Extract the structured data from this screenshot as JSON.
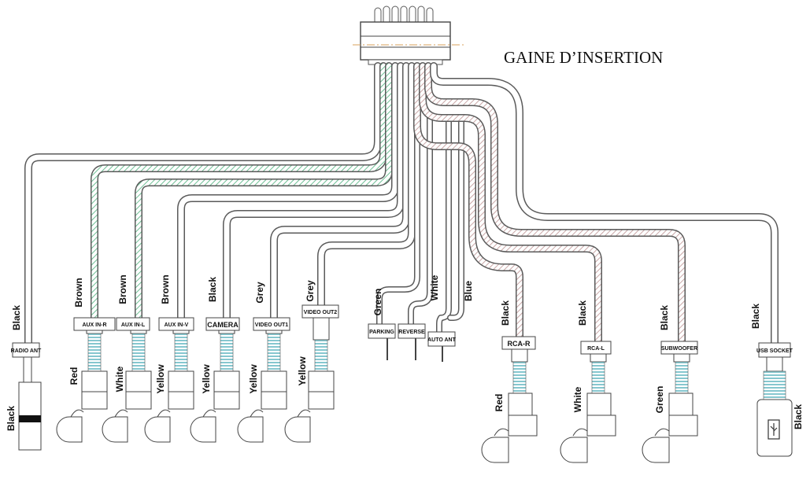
{
  "title": "GAINE D’INSERTION",
  "colors": {
    "wire": "#5a5a5a",
    "wire_fill": "#ffffff",
    "hatch_pink": "#c9a7a7",
    "hatch_green": "#6fbf95",
    "spring": "#86c7cf"
  },
  "connectors": [
    {
      "id": "radio-ant",
      "tag": "RADIO ANT",
      "wire_color": "Black",
      "plug_color": "Black"
    },
    {
      "id": "aux-in-r",
      "tag": "AUX IN-R",
      "wire_color": "Brown",
      "plug_color": "Red"
    },
    {
      "id": "aux-in-l",
      "tag": "AUX IN-L",
      "wire_color": "Brown",
      "plug_color": "White"
    },
    {
      "id": "aux-in-v",
      "tag": "AUX IN-V",
      "wire_color": "Brown",
      "plug_color": "Yellow"
    },
    {
      "id": "camera",
      "tag": "CAMERA",
      "wire_color": "Black",
      "plug_color": "Yellow"
    },
    {
      "id": "video-out1",
      "tag": "VIDEO OUT1",
      "wire_color": "Grey",
      "plug_color": "Yellow"
    },
    {
      "id": "video-out2",
      "tag": "VIDEO OUT2",
      "wire_color": "Grey",
      "plug_color": "Yellow"
    },
    {
      "id": "parking",
      "tag": "PARKING",
      "wire_color": "Green"
    },
    {
      "id": "reverse",
      "tag": "REVERSE",
      "wire_color": "White"
    },
    {
      "id": "auto-ant",
      "tag": "AUTO ANT",
      "wire_color": "Blue"
    },
    {
      "id": "rca-r",
      "tag": "RCA-R",
      "wire_color": "Black",
      "plug_color": "Red"
    },
    {
      "id": "rca-l",
      "tag": "RCA-L",
      "wire_color": "Black",
      "plug_color": "White"
    },
    {
      "id": "subwoofer",
      "tag": "SUBWOOFER",
      "wire_color": "Black",
      "plug_color": "Green"
    },
    {
      "id": "usb-socket",
      "tag": "USB SOCKET",
      "wire_color": "Black",
      "plug_color": "Black"
    }
  ]
}
